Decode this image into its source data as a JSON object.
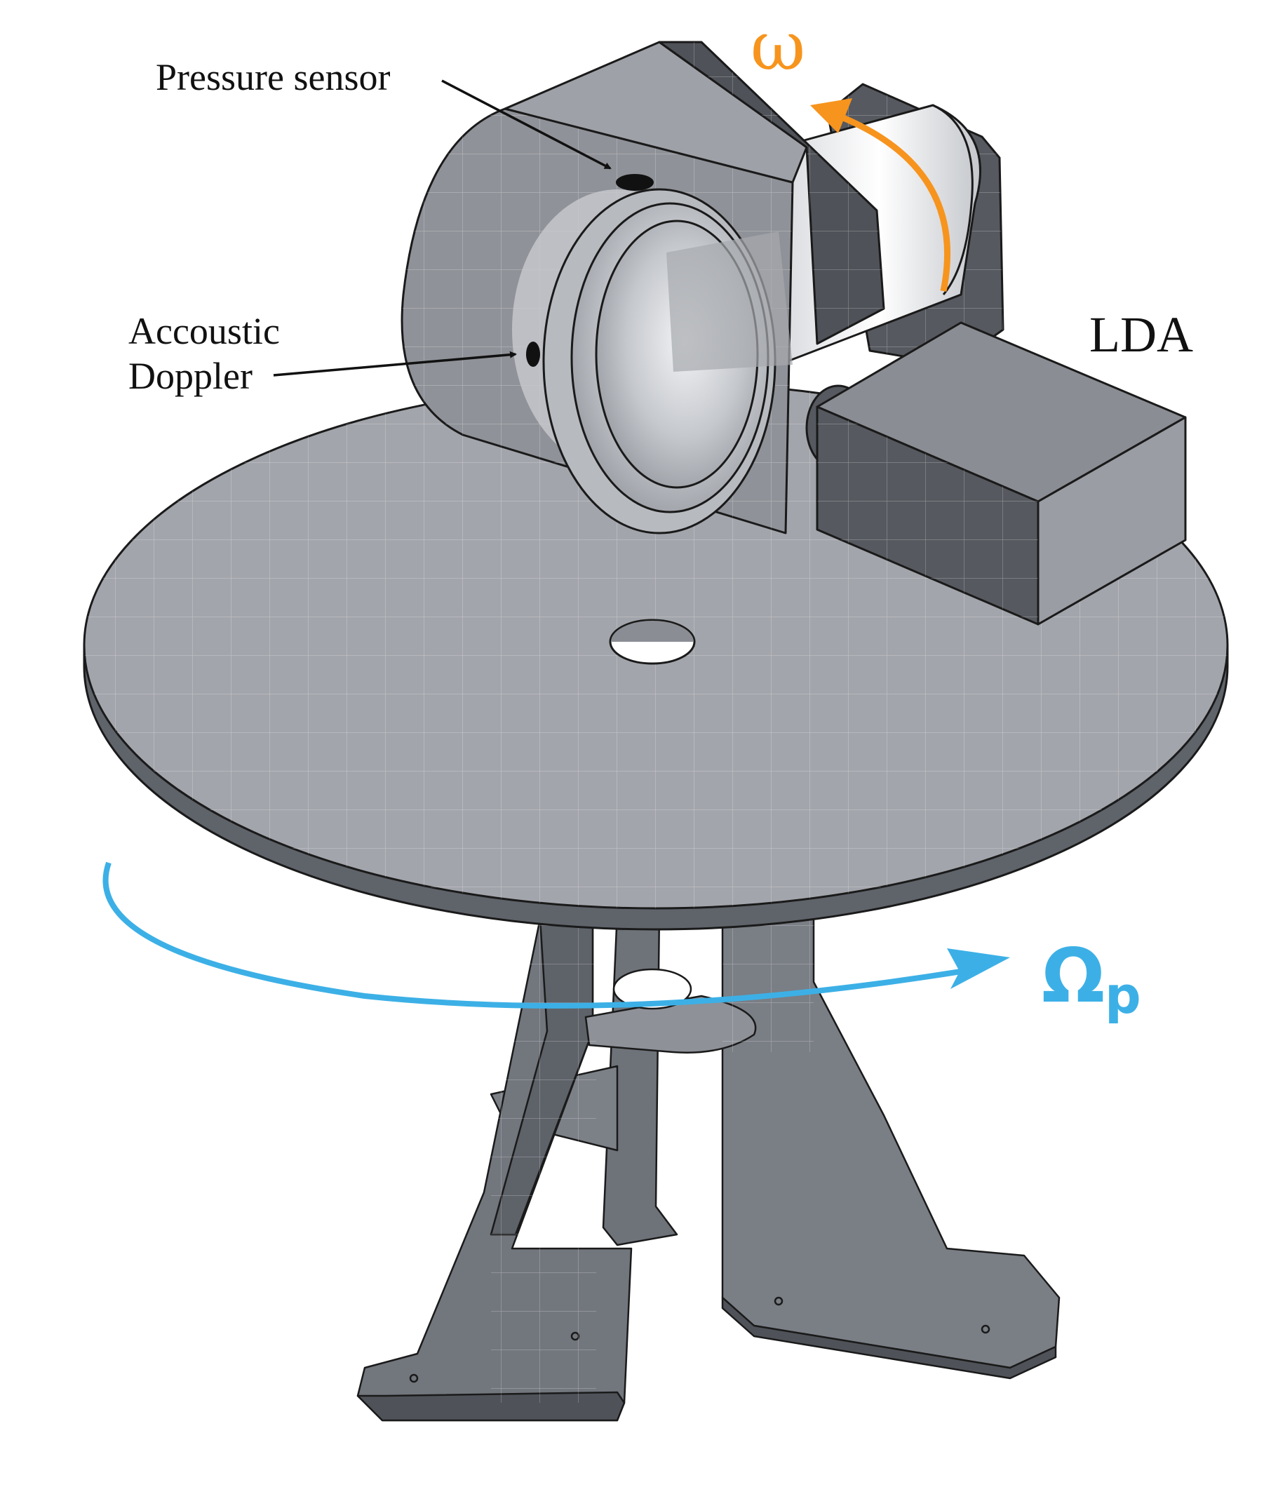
{
  "labels": {
    "pressure_sensor": "Pressure sensor",
    "acoustic_line1": "Accoustic",
    "acoustic_line2": "Doppler",
    "lda": "LDA"
  },
  "symbols": {
    "omega": "ω",
    "precession": "Ω",
    "precession_sub": "p"
  },
  "colors": {
    "omega": "#f7941d",
    "precession": "#3cb0e6",
    "metal": "#9b9ea4",
    "metal_dark": "#5d6168",
    "outline": "#1a1a1a"
  }
}
